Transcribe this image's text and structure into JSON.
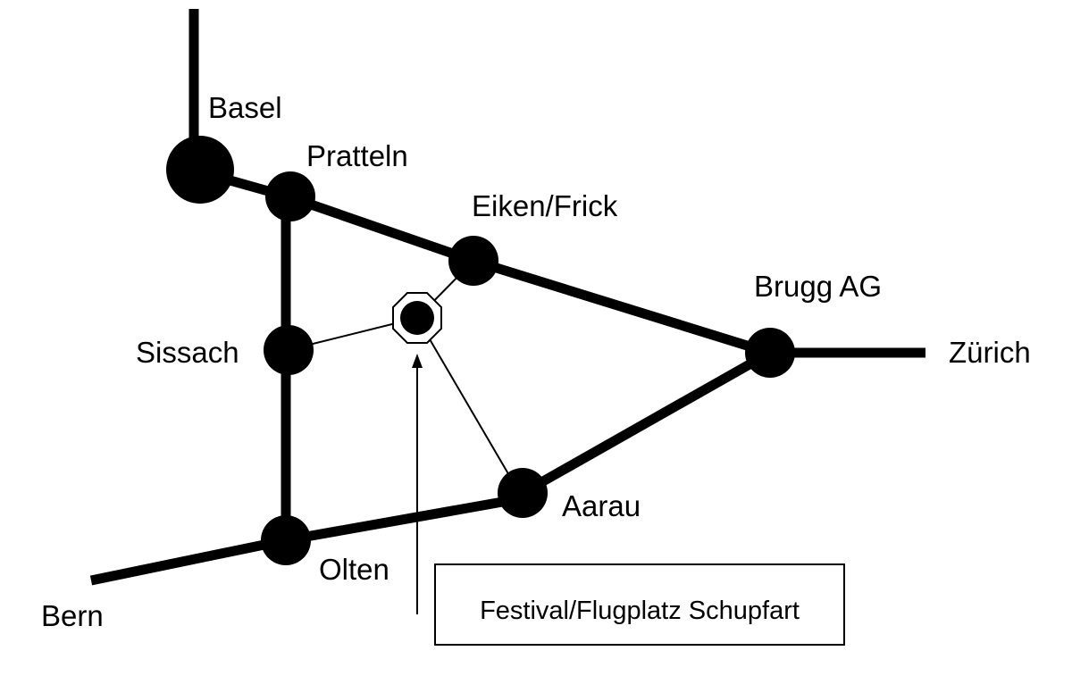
{
  "stations": {
    "basel": "Basel",
    "pratteln": "Pratteln",
    "eiken_frick": "Eiken/Frick",
    "brugg": "Brugg AG",
    "zurich": "Zürich",
    "sissach": "Sissach",
    "aarau": "Aarau",
    "olten": "Olten",
    "bern": "Bern"
  },
  "venue": {
    "label": "Festival/Flugplatz Schupfart"
  },
  "colors": {
    "line": "#000000",
    "background": "#ffffff"
  }
}
